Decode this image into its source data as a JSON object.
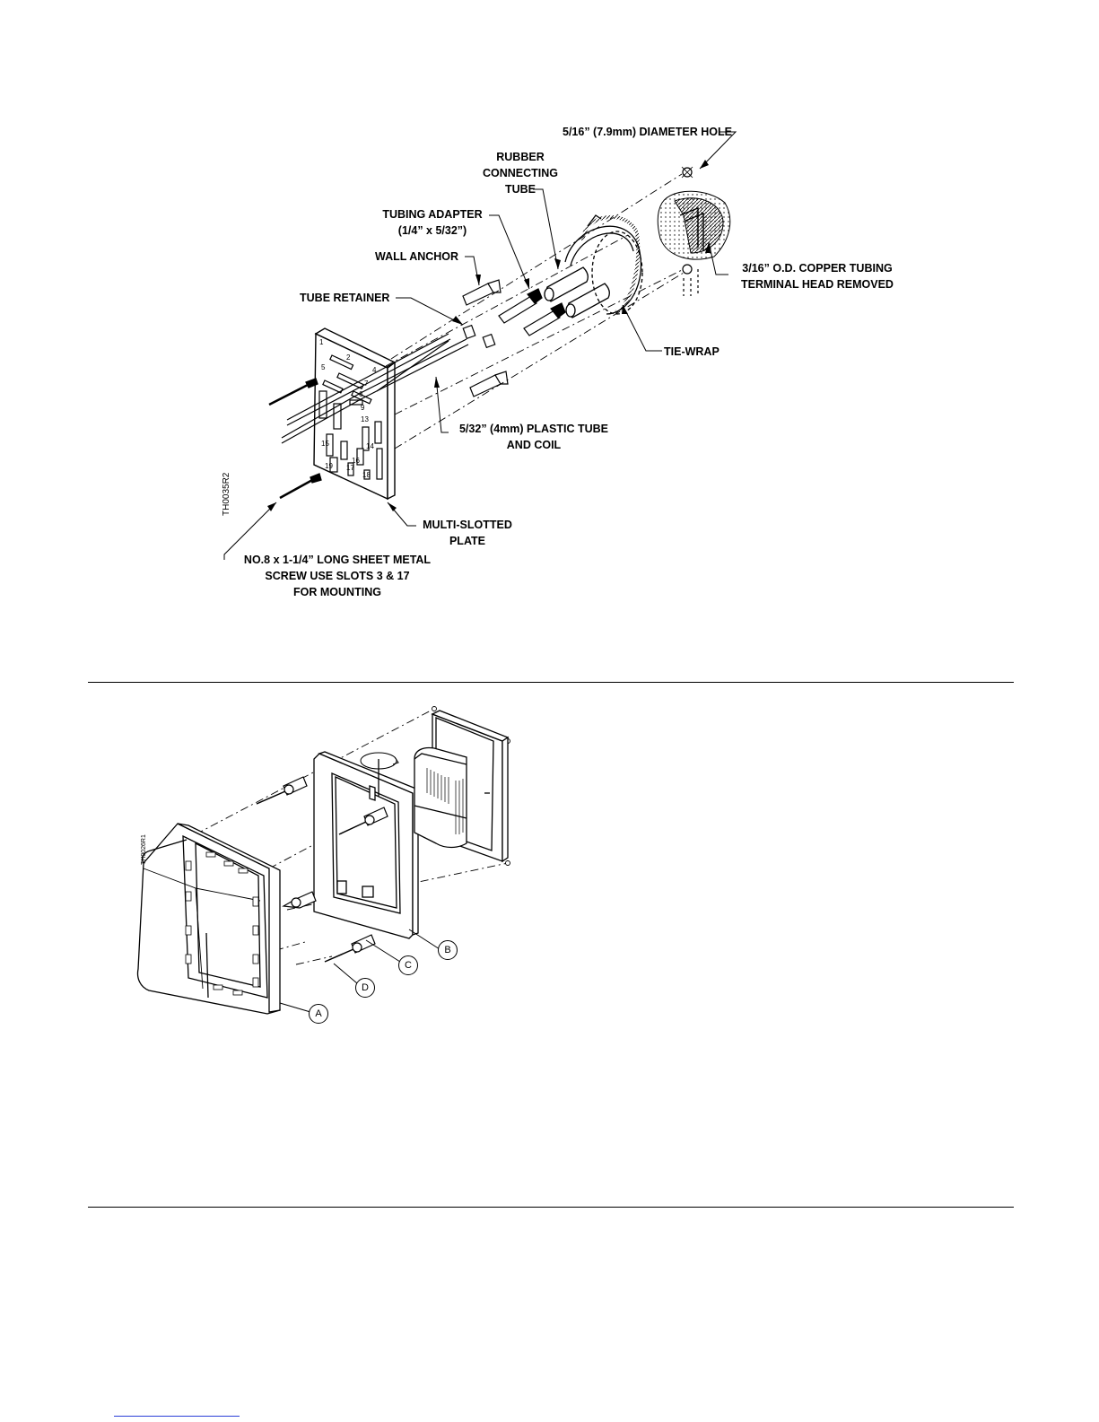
{
  "figure1": {
    "id_code": "TH0035R2",
    "labels": {
      "hole": "5/16” (7.9mm) DIAMETER HOLE",
      "rubber_line1": "RUBBER",
      "rubber_line2": "CONNECTING",
      "rubber_line3": "TUBE",
      "adapter_line1": "TUBING ADAPTER",
      "adapter_line2": "(1/4” x 5/32”)",
      "anchor": "WALL ANCHOR",
      "retainer": "TUBE RETAINER",
      "copper_line1": "3/16” O.D. COPPER TUBING",
      "copper_line2": "TERMINAL HEAD REMOVED",
      "tiewrap": "TIE-WRAP",
      "plastic_line1": "5/32” (4mm) PLASTIC TUBE",
      "plastic_line2": "AND COIL",
      "plate_line1": "MULTI-SLOTTED",
      "plate_line2": "PLATE",
      "screw_line1": "NO.8 x 1-1/4” LONG SHEET METAL",
      "screw_line2": "SCREW USE SLOTS 3 & 17",
      "screw_line3": "FOR MOUNTING"
    }
  },
  "figure2": {
    "id_code": "TH0026R1",
    "callouts": {
      "a": "A",
      "b": "B",
      "c": "C",
      "d": "D"
    }
  }
}
